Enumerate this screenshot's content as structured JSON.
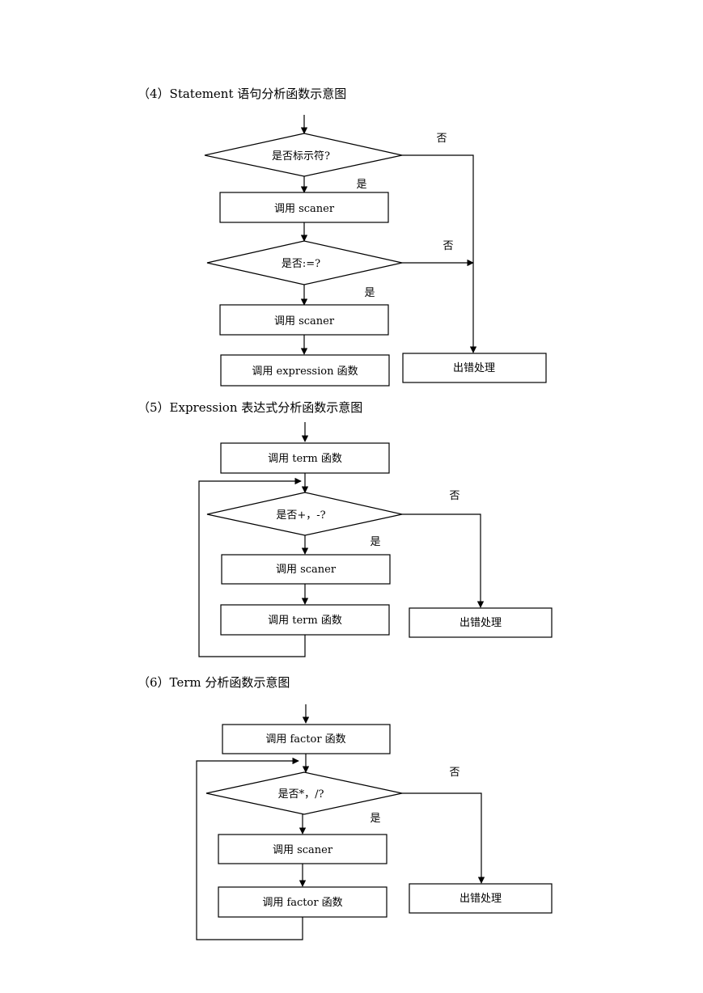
{
  "sections": [
    {
      "heading": "（4）Statement 语句分析函数示意图",
      "nodes": {
        "decision_identifier": "是否标示符?",
        "call_scaner_1": "调用 scaner",
        "decision_assign": "是否:=?",
        "call_scaner_2": "调用 scaner",
        "call_expression": "调用 expression 函数",
        "error": "出错处理"
      },
      "edge_labels": {
        "no_1": "否",
        "yes_1": "是",
        "no_2": "否",
        "yes_2": "是"
      }
    },
    {
      "heading": "（5）Expression 表达式分析函数示意图",
      "nodes": {
        "call_term_1": "调用 term 函数",
        "decision_plus_minus": "是否+，-?",
        "call_scaner": "调用 scaner",
        "call_term_2": "调用 term 函数",
        "error": "出错处理"
      },
      "edge_labels": {
        "no": "否",
        "yes": "是"
      }
    },
    {
      "heading": "（6）Term 分析函数示意图",
      "nodes": {
        "call_factor_1": "调用 factor 函数",
        "decision_mul_div": "是否*，/?",
        "call_scaner": "调用 scaner",
        "call_factor_2": "调用 factor 函数",
        "error": "出错处理"
      },
      "edge_labels": {
        "no": "否",
        "yes": "是"
      }
    }
  ]
}
